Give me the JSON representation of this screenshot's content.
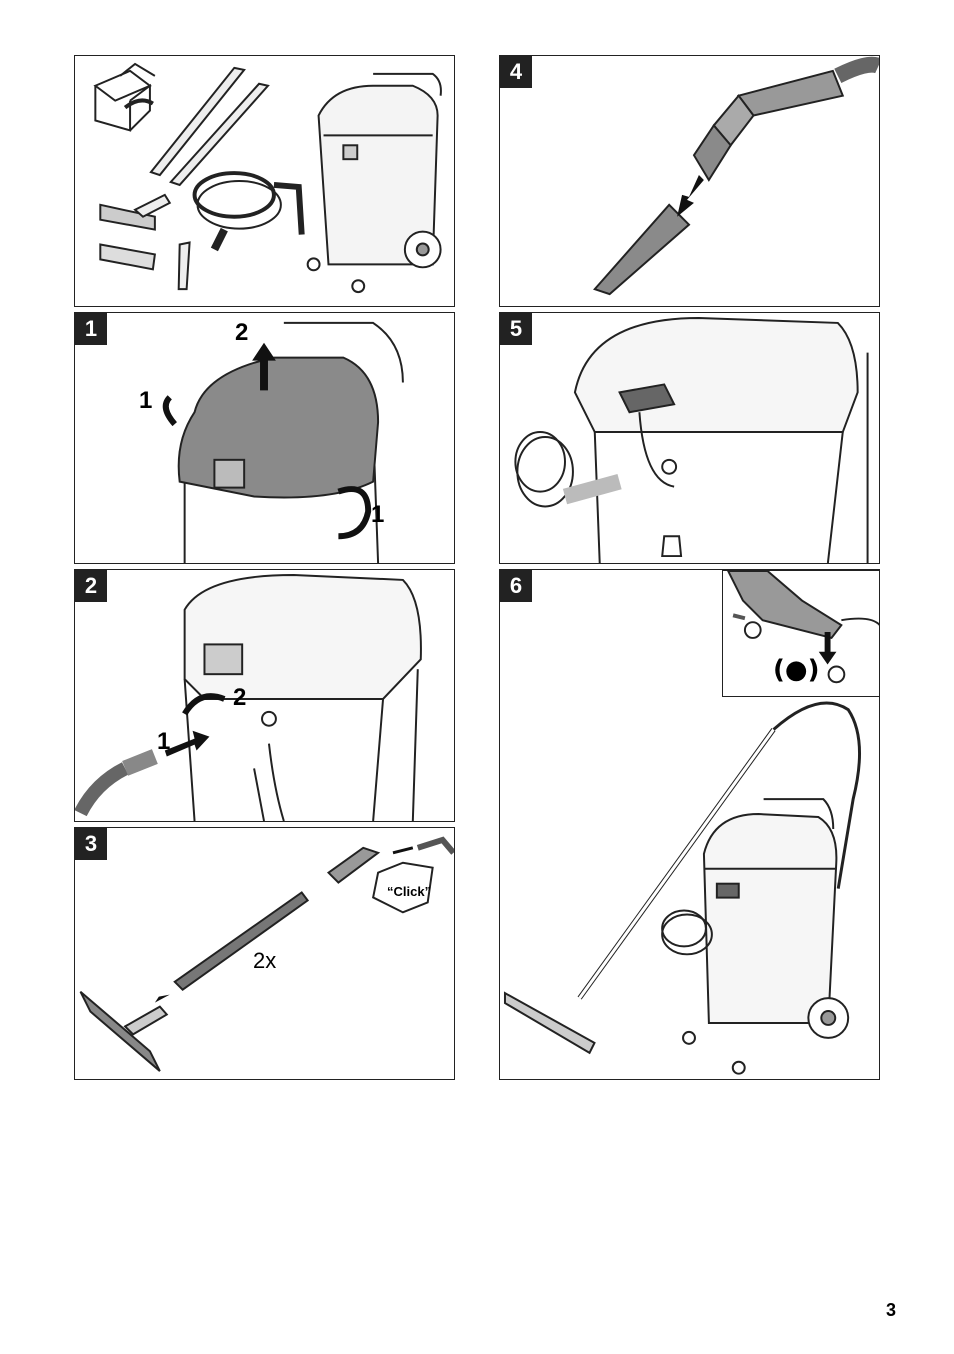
{
  "panels": {
    "contents": {
      "badge": ""
    },
    "step1": {
      "badge": "1",
      "callout_lift": "2",
      "callout_clip_left": "1",
      "callout_clip_right": "1"
    },
    "step2": {
      "badge": "2",
      "callout_rotate": "2",
      "callout_insert": "1"
    },
    "step3": {
      "badge": "3",
      "repeat": "2x",
      "click": "“Click”"
    },
    "step4": {
      "badge": "4"
    },
    "step5": {
      "badge": "5"
    },
    "step6": {
      "badge": "6",
      "brake_symbol": "(●)"
    }
  },
  "icons": {
    "unpack": "box-open-icon",
    "arrow": "arrow-icon"
  },
  "colors": {
    "ink": "#222222",
    "shade": "#8a8a8a",
    "badge_bg": "#222222"
  },
  "footer": {
    "page_number": "3"
  }
}
